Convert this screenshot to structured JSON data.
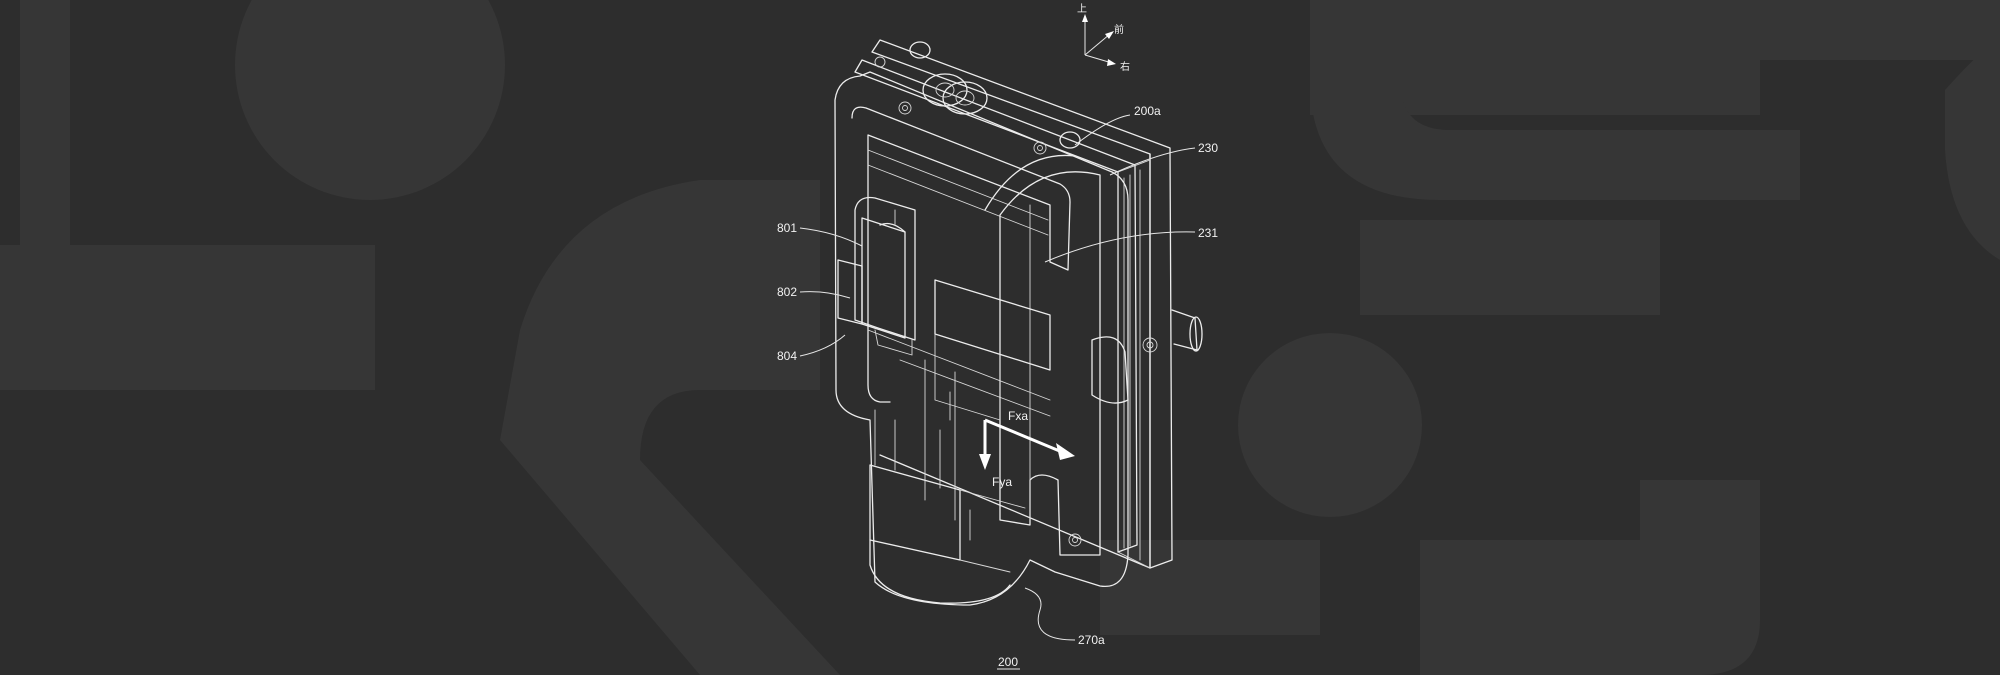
{
  "figure": {
    "number": "200",
    "reference_labels": {
      "label_200a": "200a",
      "label_230": "230",
      "label_231": "231",
      "label_801": "801",
      "label_802": "802",
      "label_804": "804",
      "label_270a": "270a"
    },
    "forces": {
      "horizontal": "Fxa",
      "vertical": "Fya"
    },
    "orientation": {
      "up": "上",
      "front": "前",
      "right": "右"
    }
  },
  "colors": {
    "background": "#2d2d2d",
    "watermark": "#363636",
    "line": "#ececec",
    "text": "#f2f2f2"
  }
}
